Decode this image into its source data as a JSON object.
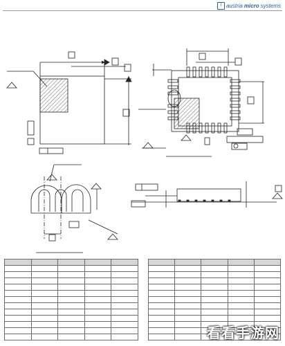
{
  "header": {
    "brand_prefix": "austria",
    "brand_bold": "micro",
    "brand_suffix": "systems",
    "brand_icon": "austriamicrosystems-logo-icon"
  },
  "watermark": {
    "text": "看看手游网"
  },
  "tables": {
    "left_rows": 12,
    "right_rows": 12,
    "columns": 5
  },
  "colors": {
    "line": "#222222",
    "hatch": "#444444",
    "table_header": "#d6d6d6",
    "brand": "#2a5aa0"
  }
}
